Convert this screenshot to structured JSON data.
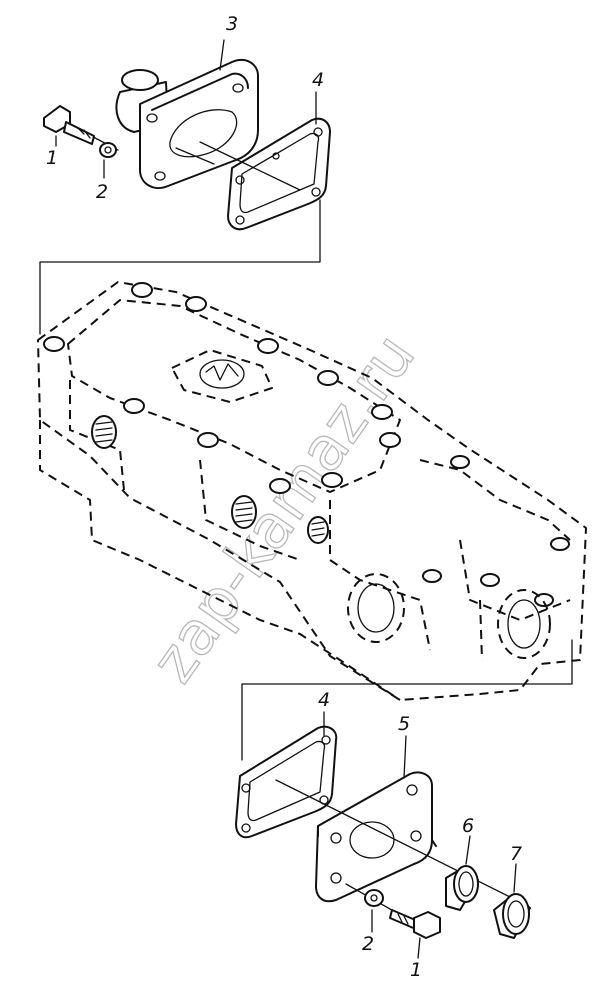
{
  "callouts": {
    "c1_top": "1",
    "c2_top": "2",
    "c3": "3",
    "c4_top": "4",
    "c4_bottom": "4",
    "c5": "5",
    "c6": "6",
    "c7": "7",
    "c2_bottom": "2",
    "c1_bottom": "1"
  },
  "watermark": "zap-kamaz.ru",
  "plate_logo": "KAMAZ"
}
